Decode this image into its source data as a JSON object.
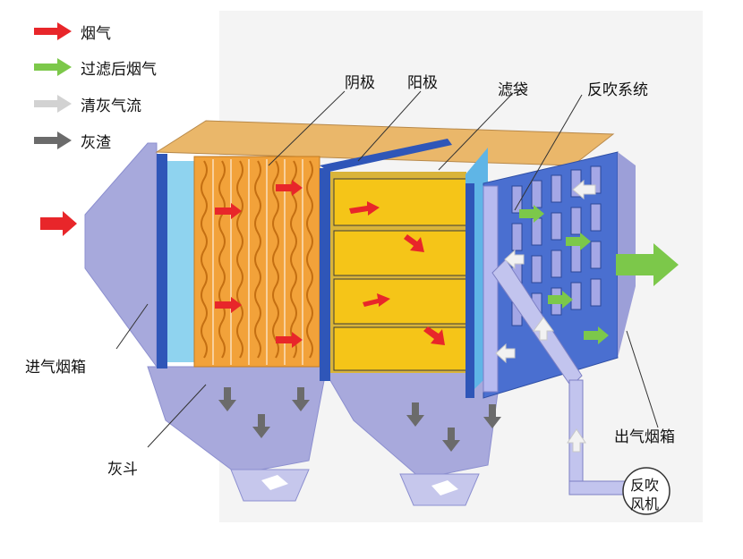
{
  "legend": [
    {
      "label": "烟气",
      "color": "#e8262a"
    },
    {
      "label": "过滤后烟气",
      "color": "#7cc84a"
    },
    {
      "label": "清灰气流",
      "color": "#d2d2d2"
    },
    {
      "label": "灰渣",
      "color": "#6b6b6b"
    }
  ],
  "labels": {
    "cathode": "阴极",
    "anode": "阳极",
    "filter_bag": "滤袋",
    "blowback_system": "反吹系统",
    "inlet_box": "进气烟箱",
    "outlet_box": "出气烟箱",
    "ash_hopper": "灰斗",
    "blower_line1": "反吹",
    "blower_line2": "风机"
  },
  "colors": {
    "shell": "#9c9fd8",
    "frame_blue": "#2f56b8",
    "electrode_orange": "#f2a23a",
    "bag_yellow": "#f5c518",
    "panel_blue": "#4a6fd0",
    "cyan_edge": "#7fd3f0"
  }
}
